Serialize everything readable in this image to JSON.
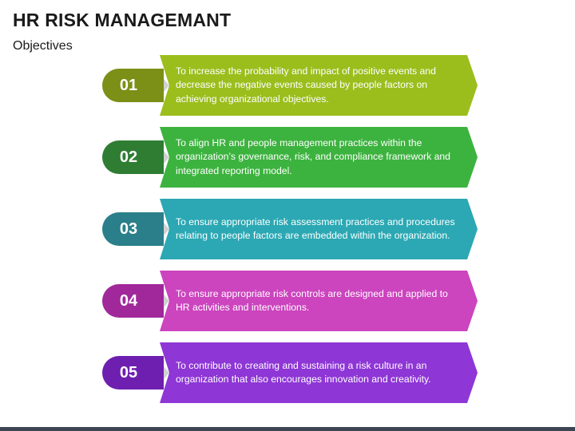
{
  "header": {
    "title": "HR RISK MANAGEMANT",
    "subtitle": "Objectives"
  },
  "objectives": [
    {
      "number": "01",
      "text": "To increase the probability and impact of positive events and decrease the negative events caused by people factors on achieving organizational objectives.",
      "color": "#9BBE1D",
      "dark_color": "#7C8F16"
    },
    {
      "number": "02",
      "text": "To align HR and people management practices within the organization’s governance, risk, and compliance framework and integrated reporting model.",
      "color": "#3DB33F",
      "dark_color": "#2E7D32"
    },
    {
      "number": "03",
      "text": "To ensure appropriate risk assessment practices and procedures relating to people factors are embedded within the organization.",
      "color": "#2BA8B3",
      "dark_color": "#2A7F8A"
    },
    {
      "number": "04",
      "text": "To ensure appropriate risk controls are designed and applied to HR activities and interventions.",
      "color": "#CC44BE",
      "dark_color": "#A1289A"
    },
    {
      "number": "05",
      "text": "To contribute to creating and sustaining a risk culture in an organization that also encourages innovation and creativity.",
      "color": "#8E36D6",
      "dark_color": "#6E1FB0"
    }
  ]
}
